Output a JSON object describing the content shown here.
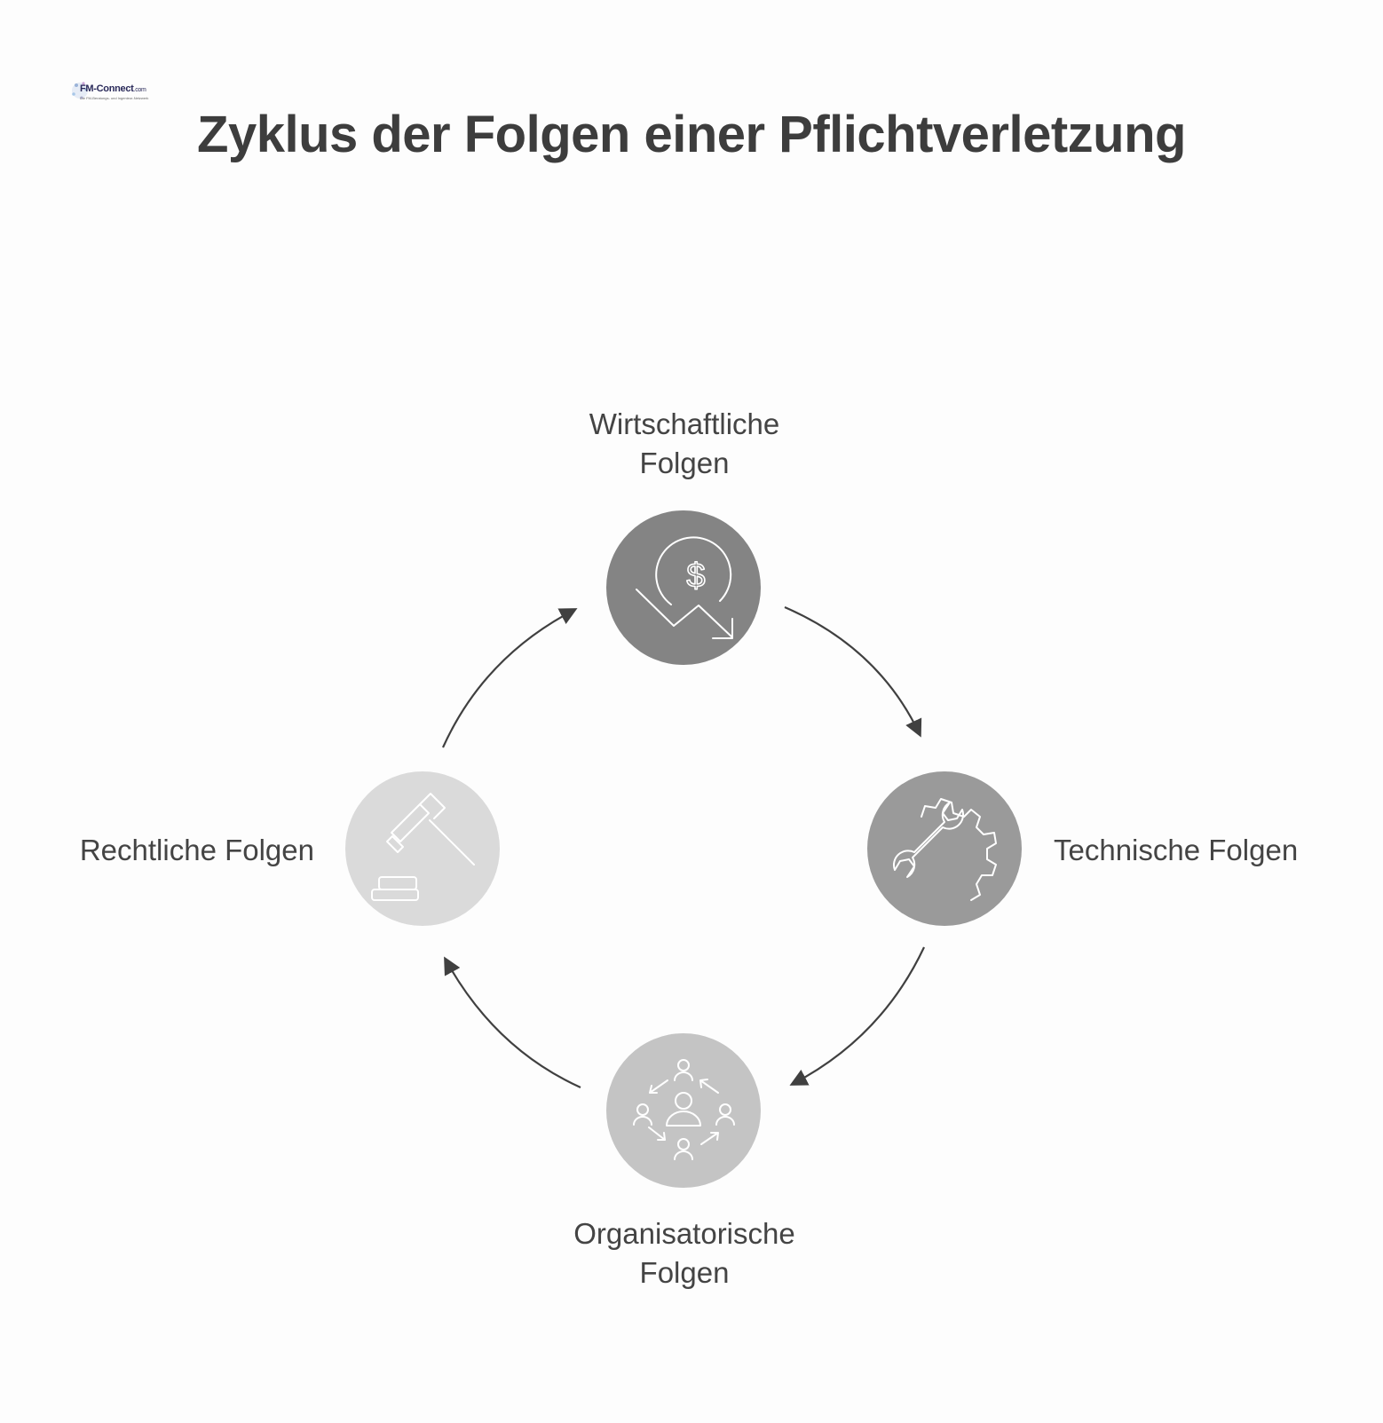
{
  "logo": {
    "name": "FM-Connect",
    "suffix": ".com",
    "tagline": "Die FM-Beratungs- und Ingenieur-Netzwerk"
  },
  "title": "Zyklus der Folgen einer Pflichtverletzung",
  "cycle": {
    "nodes": [
      {
        "id": "wirtschaftlich",
        "line1": "Wirtschaftliche",
        "line2": "Folgen",
        "icon": "dollar-down-icon",
        "color": "#848484"
      },
      {
        "id": "technisch",
        "line1": "Technische Folgen",
        "line2": "",
        "icon": "wrench-gear-icon",
        "color": "#9a9a9a"
      },
      {
        "id": "organisatorisch",
        "line1": "Organisatorische",
        "line2": "Folgen",
        "icon": "team-cycle-icon",
        "color": "#c4c4c4"
      },
      {
        "id": "rechtlich",
        "line1": "Rechtliche Folgen",
        "line2": "",
        "icon": "gavel-icon",
        "color": "#dadada"
      }
    ],
    "arrow_color": "#404040",
    "direction": "clockwise"
  }
}
